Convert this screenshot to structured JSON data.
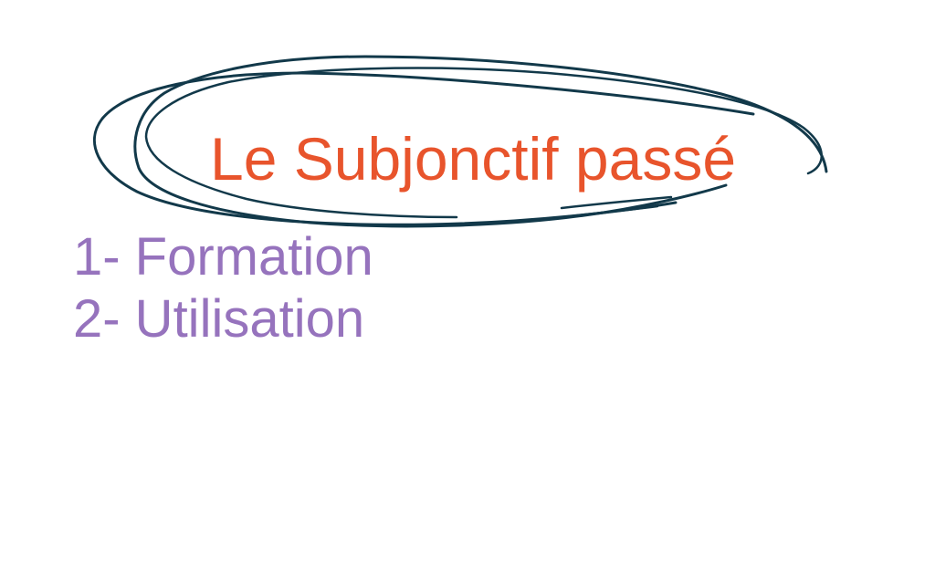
{
  "slide": {
    "title": "Le Subjonctif passé",
    "agenda": [
      "1- Formation",
      "2- Utilisation"
    ]
  },
  "colors": {
    "title": "#e8542c",
    "agenda": "#9673bd",
    "ink": "#12394a",
    "background": "#ffffff"
  }
}
